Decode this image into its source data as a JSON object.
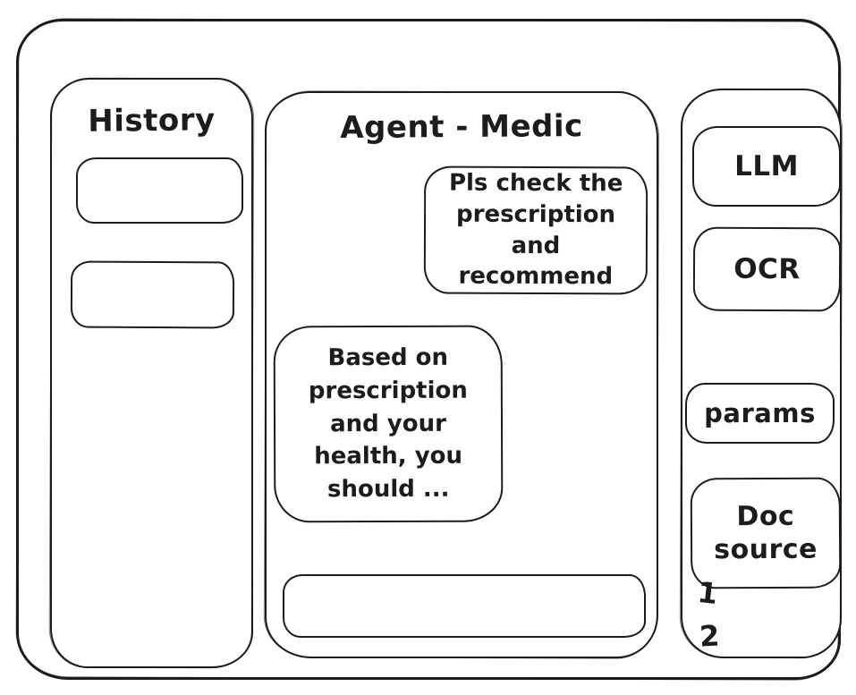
{
  "history_panel": {
    "title": "History",
    "items": [
      {
        "label": ""
      },
      {
        "label": ""
      }
    ]
  },
  "chat_panel": {
    "title": "Agent - Medic",
    "messages": [
      {
        "role": "user",
        "text": "Pls check the prescription and recommend"
      },
      {
        "role": "assistant",
        "text": "Based on prescription and your health, you should ..."
      }
    ],
    "input": {
      "value": "",
      "placeholder": ""
    }
  },
  "tools_panel": {
    "buttons": [
      {
        "label": "LLM"
      },
      {
        "label": "OCR"
      },
      {
        "label": "params"
      },
      {
        "label": "Doc source"
      }
    ],
    "doc_source_items": [
      "1",
      "2"
    ]
  },
  "colors": {
    "stroke": "#1c1c1c",
    "background": "#ffffff"
  }
}
